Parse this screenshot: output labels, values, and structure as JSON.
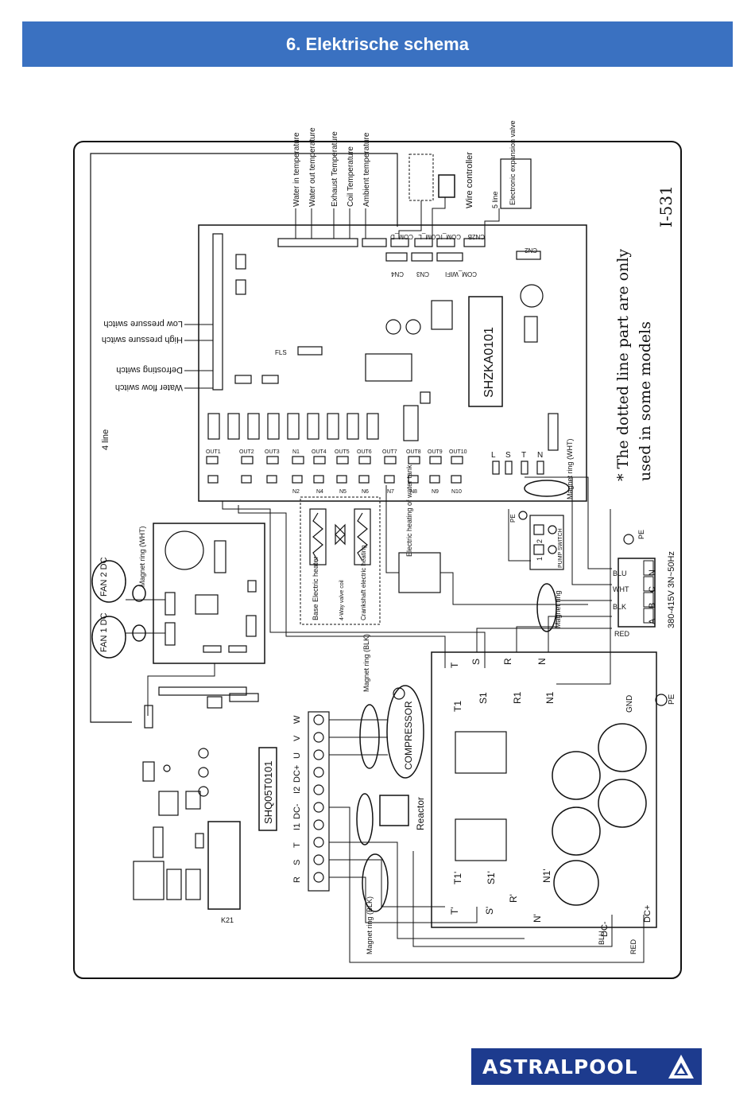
{
  "header": {
    "title": "6. Elektrische schema"
  },
  "diagram": {
    "model": "I-531",
    "note_line1": "* The dotted line part are only",
    "note_line2": "used in some models",
    "main_board": "SHZKA0101",
    "inverter_board": "SHQ05T0101",
    "sensors": [
      "Water in temperature",
      "Water out temperature",
      "Exhaust Temperature",
      "Coil Temperature",
      "Ambient temperature"
    ],
    "switches": [
      "Low pressure switch",
      "High pressure switch",
      "Defrosting switch",
      "Water flow switch"
    ],
    "wire_controller": "Wire controller",
    "expansion_valve": "Electronic expansion valve",
    "five_line": "5 line",
    "four_line": "4 line",
    "fan1": "FAN 1 DC",
    "fan2": "FAN 2 DC",
    "magnet_wht": "Magnet ring (WHT)",
    "magnet_blk": "Magnet ring (BLK)",
    "magnet_ring": "Magnet ring",
    "compressor": "COMPRESSOR",
    "reactor": "Reactor",
    "pe": "PE",
    "gnd": "GND",
    "power_spec": "380-415V 3N~50Hz",
    "pump_switch": "PUMP SWITCH",
    "base_heater": "Base Electric heater",
    "four_way_valve": "4-Way valve coil",
    "crankshaft_heater": "Crankshaft electric heating",
    "tank_heater": "Electric heating of water tank",
    "terminal_abcn": [
      "A",
      "B",
      "C",
      "N"
    ],
    "wire_colors": [
      "BLU",
      "WHT",
      "BLK",
      "RED"
    ],
    "pump_terminals": [
      "1",
      "2"
    ],
    "outputs": [
      "OUT1",
      "OUT2",
      "OUT3",
      "N1",
      "OUT4",
      "OUT5",
      "OUT6",
      "OUT7",
      "OUT8",
      "OUT9",
      "OUT10"
    ],
    "neutrals": [
      "N2",
      "N4",
      "N5",
      "N6",
      "N7",
      "N8",
      "N9",
      "N10"
    ],
    "right_terminals": [
      "L",
      "S",
      "T",
      "N"
    ],
    "filter_terminals": [
      "T",
      "S",
      "R",
      "N",
      "T1",
      "S1",
      "R1",
      "N1"
    ],
    "filter_terminals_b": [
      "T'",
      "S'",
      "R'",
      "N'",
      "T1'",
      "S1'",
      "N1'"
    ],
    "inverter_terminals": [
      "R",
      "S",
      "T",
      "I1",
      "DC-",
      "I2",
      "DC+",
      "U",
      "V",
      "W"
    ],
    "dc_labels": [
      "DC-",
      "DC+"
    ],
    "ports": [
      "COM_D",
      "COM_L",
      "COM_I",
      "CN2B",
      "COM_WIFI",
      "CN3",
      "CN4",
      "CN2"
    ],
    "k21": "K21",
    "fls": "FLS"
  },
  "logo": {
    "text": "ASTRALPOOL"
  },
  "colors": {
    "header_bg": "#3a71c1",
    "logo_bg": "#1d3b8e"
  }
}
